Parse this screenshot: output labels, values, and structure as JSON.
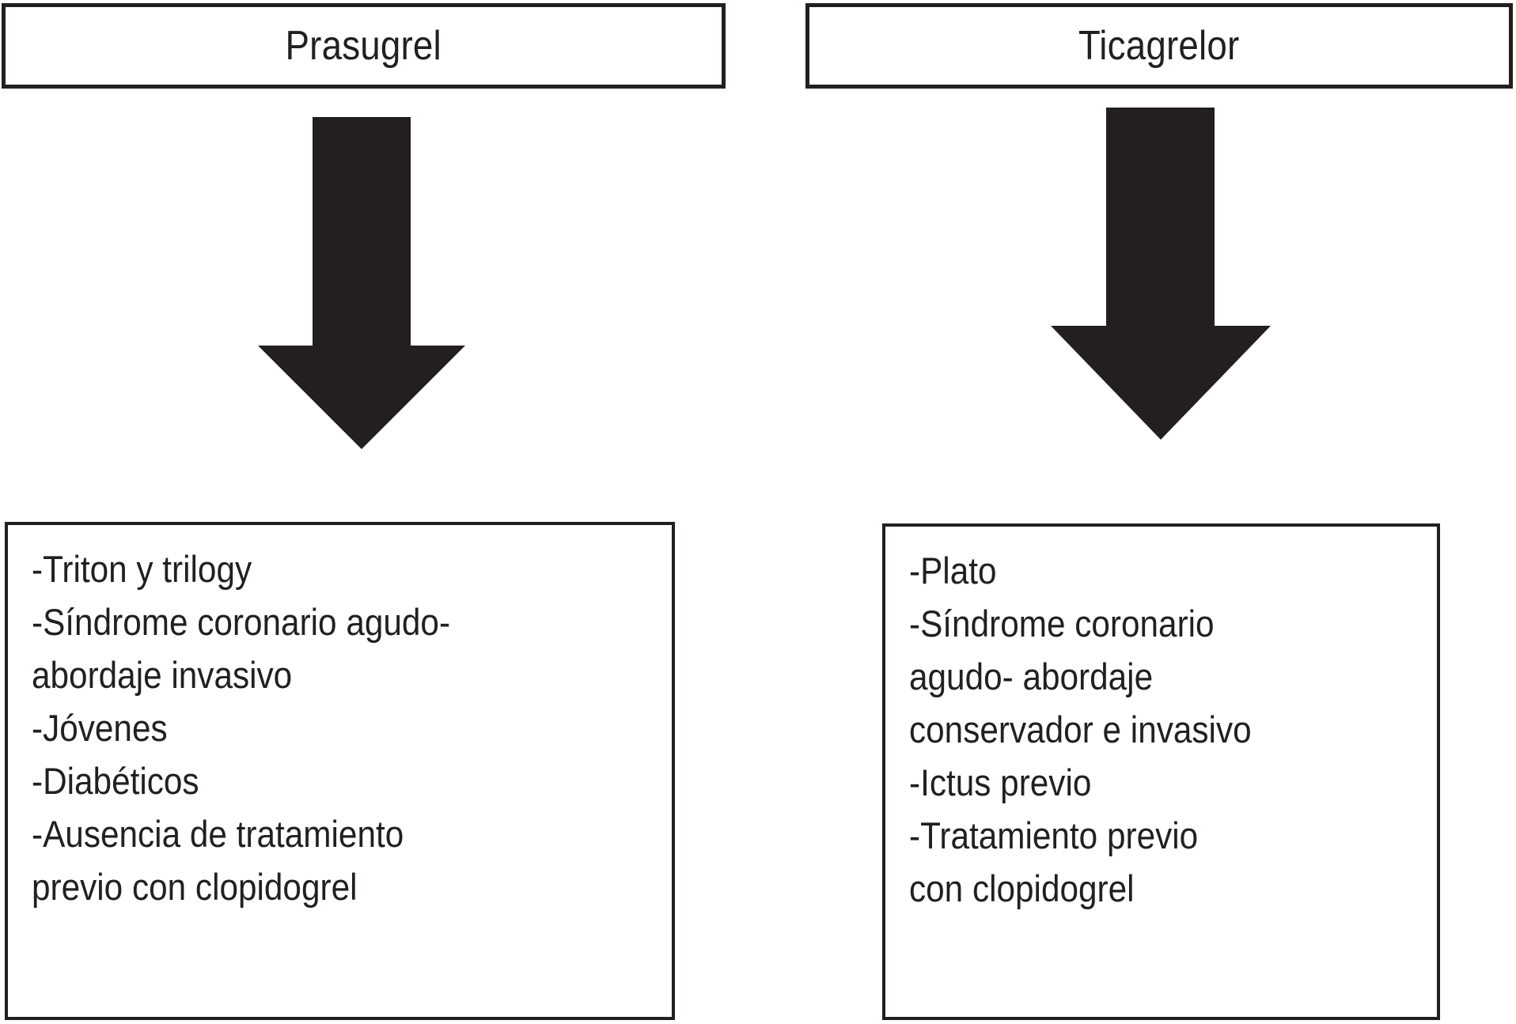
{
  "diagram": {
    "title": "Prasugrel vs Ticagrelor indication flowchart",
    "colors": {
      "ink": "#231f20",
      "background": "#ffffff",
      "border": "#231f20"
    },
    "columns": [
      {
        "id": "prasugrel",
        "header": "Prasugrel",
        "arrow": "down-arrow-icon",
        "items": [
          "-Triton y trilogy",
          "-Síndrome coronario agudo-",
          "abordaje invasivo",
          "-Jóvenes",
          "-Diabéticos",
          "-Ausencia de tratamiento",
          "previo con clopidogrel"
        ]
      },
      {
        "id": "ticagrelor",
        "header": "Ticagrelor",
        "arrow": "down-arrow-icon",
        "items": [
          "-Plato",
          "-Síndrome coronario",
          "agudo- abordaje",
          "conservador e invasivo",
          "-Ictus previo",
          "-Tratamiento previo",
          "con clopidogrel"
        ]
      }
    ]
  }
}
